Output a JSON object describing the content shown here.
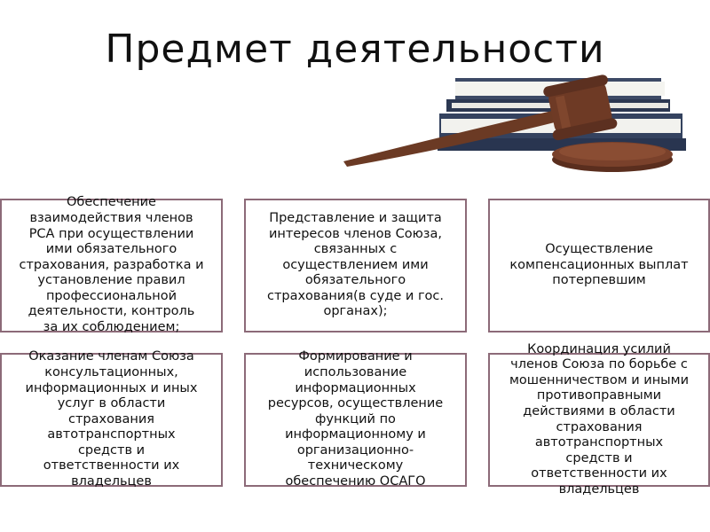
{
  "slide": {
    "title": "Предмет деятельности",
    "illustration": "gavel-on-books"
  },
  "boxes": [
    "Обеспечение\nвзаимодействия членов\nРСА при осуществлении\nими обязательного\nстрахования, разработка и\nустановление правил\nпрофессиональной\nдеятельности, контроль\nза их соблюдением;",
    "Представление и защита\nинтересов членов Союза,\nсвязанных с\nосуществлением ими\nобязательного\nстрахования(в суде и гос.\nорганах);",
    "Осуществление\nкомпенсационных выплат\nпотерпевшим",
    "Оказание членам Союза\nконсультационных,\nинформационных и иных\nуслуг в области\nстрахования\nавтотранспортных\nсредств и\nответственности их\nвладельцев",
    "Формирование и\nиспользование\nинформационных\nресурсов, осуществление\nфункций по\nинформационному и\nорганизационно-\nтехническому\nобеспечению ОСАГО",
    "Координация усилий\nчленов Союза по борьбе с\nмошенничеством и иными\nпротивоправными\nдействиями в области\nстрахования\nавтотранспортных\nсредств и\nответственности их\nвладельцев"
  ]
}
